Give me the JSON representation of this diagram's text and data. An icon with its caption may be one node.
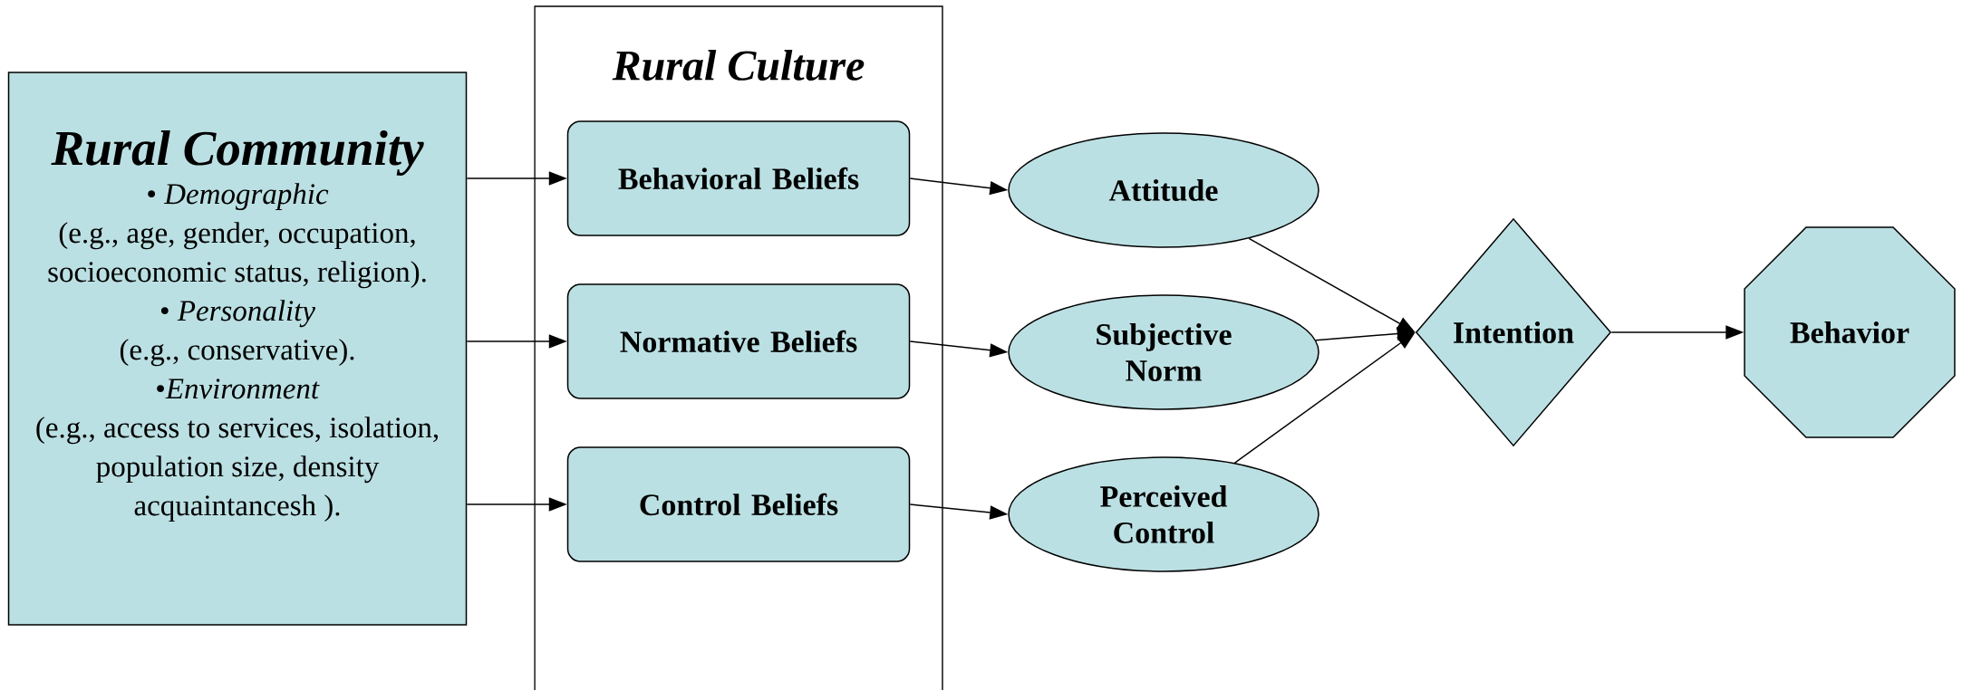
{
  "diagram": {
    "nodes": [
      {
        "text": [
          "Rural Community",
          "• *Demographic*",
          "(e.g., age, gender, occupation, socioeconomic status, religion).",
          "•  *Personality*",
          "(e.g., conservative).",
          "•*Environment*",
          "(e.g., access to services, isolation, population size, density acquaintancesh )."
        ]
      },
      {
        "text": [
          "Rural Culture"
        ]
      },
      {
        "text": [
          "Behavioral Beliefs"
        ],
        "in": 1
      },
      {
        "text": [
          "Normative Beliefs"
        ],
        "in": 1
      },
      {
        "text": [
          "Control Beliefs"
        ],
        "in": 1
      },
      {
        "text": [
          "Attitude"
        ]
      },
      {
        "text": [
          "Subjective Norm"
        ]
      },
      {
        "text": [
          "Perceived Control"
        ]
      },
      {
        "text": [
          "Intention"
        ]
      },
      {
        "text": [
          "Behavior"
        ]
      }
    ],
    "edges": [
      {
        "from": 0,
        "to": 2,
        "arrow": "to"
      },
      {
        "from": 0,
        "to": 3,
        "arrow": "to"
      },
      {
        "from": 0,
        "to": 4,
        "arrow": "to"
      },
      {
        "from": 2,
        "to": 5,
        "arrow": "to"
      },
      {
        "from": 3,
        "to": 6,
        "arrow": "to"
      },
      {
        "from": 4,
        "to": 7,
        "arrow": "to"
      },
      {
        "from": 5,
        "to": 8,
        "arrow": "to"
      },
      {
        "from": 6,
        "to": 8,
        "arrow": "to"
      },
      {
        "from": 7,
        "to": 8,
        "arrow": "to"
      },
      {
        "from": 8,
        "to": 9,
        "arrow": "to"
      }
    ]
  }
}
